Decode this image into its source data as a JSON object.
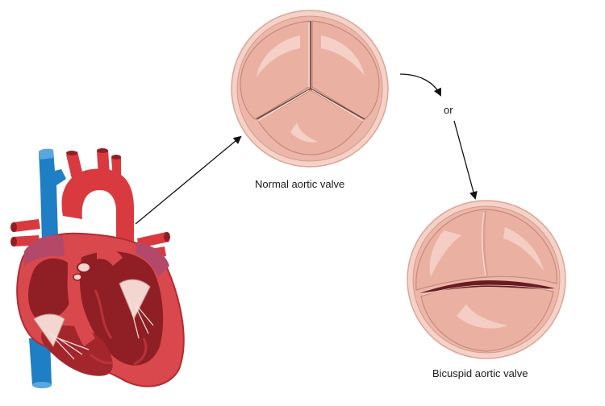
{
  "labels": {
    "normal": "Normal aortic valve",
    "bicuspid": "Bicuspid aortic valve",
    "or": "or"
  },
  "colors": {
    "valve_rim": "#f2c8bc",
    "valve_leaflet": "#ebb5a8",
    "valve_highlight": "#f7d8cf",
    "heart_red": "#d93a3f",
    "heart_dark": "#8f1f25",
    "vein_blue": "#1e7fc4",
    "arrow": "#111111"
  },
  "icons": {
    "heart": "heart-cross-section-icon"
  }
}
